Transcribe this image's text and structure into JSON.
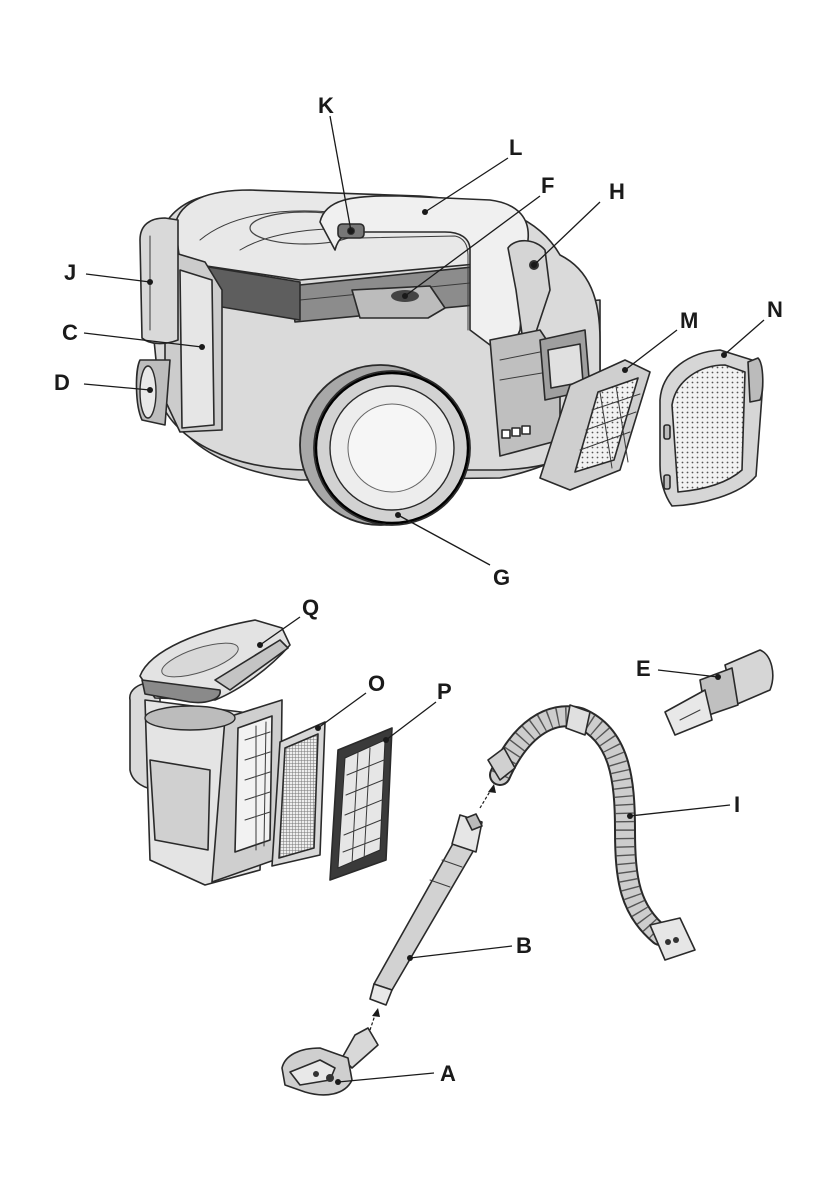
{
  "colors": {
    "body_light": "#e4e4e4",
    "body_mid": "#c8c8c8",
    "body_dark": "#9a9a9a",
    "outline": "#2a2a2a"
  },
  "labels": {
    "A": "A",
    "B": "B",
    "C": "C",
    "D": "D",
    "E": "E",
    "F": "F",
    "G": "G",
    "H": "H",
    "I": "I",
    "J": "J",
    "K": "K",
    "L": "L",
    "M": "M",
    "N": "N",
    "O": "O",
    "P": "P",
    "Q": "Q"
  },
  "parts": [
    {
      "id": "main-unit",
      "icon": "vacuum-body-icon"
    },
    {
      "id": "dust-container",
      "icon": "dust-bin-icon"
    },
    {
      "id": "filter-sponge",
      "icon": "foam-filter-icon"
    },
    {
      "id": "filter-grid",
      "icon": "grid-filter-icon"
    },
    {
      "id": "crevice-tool",
      "icon": "crevice-nozzle-icon"
    },
    {
      "id": "hose",
      "icon": "flexible-hose-icon"
    },
    {
      "id": "tube",
      "icon": "telescopic-tube-icon"
    },
    {
      "id": "floor-nozzle",
      "icon": "floor-brush-icon"
    }
  ]
}
